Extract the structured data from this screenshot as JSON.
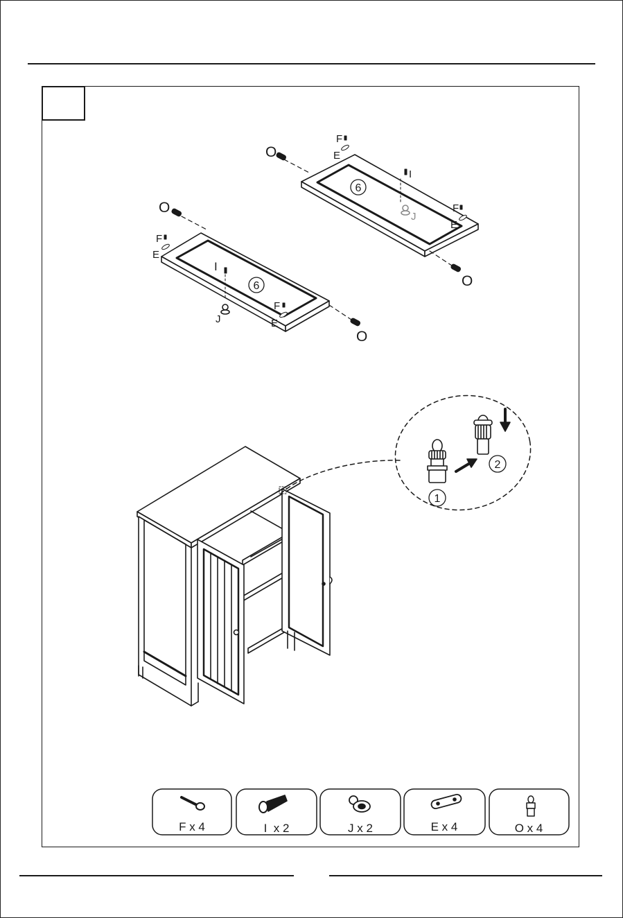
{
  "labels": {
    "F": "F",
    "E": "E",
    "I": "I",
    "J": "J",
    "O": "O",
    "panel_number": "6"
  },
  "callout": {
    "step1": "1",
    "step2": "2"
  },
  "parts": [
    {
      "name": "F",
      "qty": "F x 4"
    },
    {
      "name": "I",
      "qty": "I  x 2"
    },
    {
      "name": "J",
      "qty": "J x 2"
    },
    {
      "name": "E",
      "qty": "E x 4"
    },
    {
      "name": "O",
      "qty": "O x 4"
    }
  ],
  "colors": {
    "line": "#1a1a1a",
    "faded": "#8a8a8a"
  }
}
